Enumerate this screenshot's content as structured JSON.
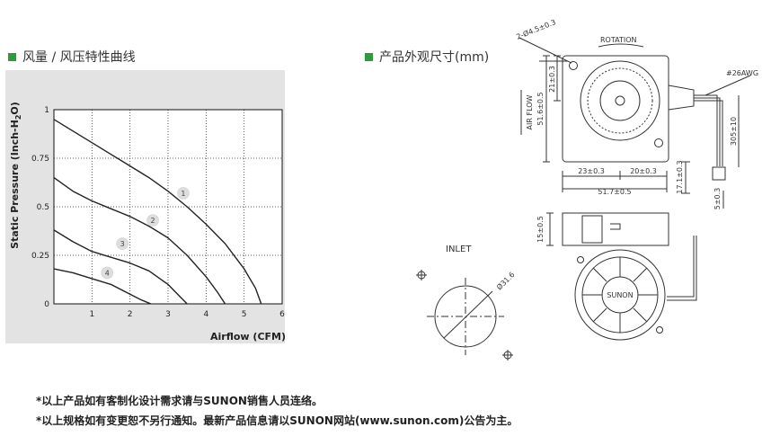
{
  "colors": {
    "accent": "#2f9a3a",
    "curve": "#222222",
    "grid": "#333333",
    "panel": "#e3e3e3",
    "bubble": "#dedede"
  },
  "headings": {
    "left": "风量 / 风压特性曲线",
    "right": "产品外观尺寸(mm)"
  },
  "chart_data": {
    "type": "line",
    "xlabel": "Airflow (CFM)",
    "ylabel": "Static Pressure (Inch-H2O)",
    "xlim": [
      0,
      6
    ],
    "ylim": [
      0,
      1
    ],
    "xticks": [
      "1",
      "2",
      "3",
      "4",
      "5",
      "6"
    ],
    "yticks": [
      "0",
      "0.25",
      "0.5",
      "0.75",
      "1"
    ],
    "grid": true,
    "series": [
      {
        "name": "1",
        "x": [
          0,
          0.5,
          1,
          1.5,
          2,
          2.5,
          3,
          3.5,
          4,
          4.5,
          5,
          5.3,
          5.45
        ],
        "y": [
          0.95,
          0.89,
          0.83,
          0.77,
          0.71,
          0.65,
          0.58,
          0.5,
          0.41,
          0.31,
          0.18,
          0.08,
          0
        ]
      },
      {
        "name": "2",
        "x": [
          0,
          0.5,
          1,
          1.5,
          2,
          2.5,
          3,
          3.5,
          4,
          4.3,
          4.5
        ],
        "y": [
          0.65,
          0.58,
          0.53,
          0.49,
          0.45,
          0.4,
          0.34,
          0.25,
          0.14,
          0.06,
          0
        ]
      },
      {
        "name": "3",
        "x": [
          0,
          0.5,
          1,
          1.5,
          2,
          2.5,
          3,
          3.3,
          3.5
        ],
        "y": [
          0.38,
          0.32,
          0.27,
          0.24,
          0.21,
          0.17,
          0.1,
          0.04,
          0
        ]
      },
      {
        "name": "4",
        "x": [
          0,
          0.5,
          1,
          1.5,
          2,
          2.3,
          2.55
        ],
        "y": [
          0.18,
          0.16,
          0.13,
          0.1,
          0.05,
          0.02,
          0
        ]
      }
    ]
  },
  "drawing": {
    "top_view": {
      "hole_spec": "2-Ø4.5±0.3",
      "rotation": "ROTATION",
      "air_flow": "AIR FLOW",
      "wire_gauge": "#26AWG",
      "dims": {
        "height_total": "51.6±0.5",
        "height_hole": "21±0.3",
        "width_a": "23±0.3",
        "width_b": "20±0.3",
        "width_total": "51.7±0.5",
        "outlet": "17.1±0.3",
        "wire_length": "305±10",
        "strip": "5±0.3"
      }
    },
    "side_view": {
      "thickness": "15±0.5"
    },
    "bottom_view": {
      "inlet": "INLET",
      "inlet_dia": "Ø31.6",
      "brand": "SUNON"
    }
  },
  "notes": [
    "*以上产品如有客制化设计需求请与SUNON销售人员连络。",
    "*以上规格如有变更恕不另行通知。最新产品信息请以SUNON网站(www.sunon.com)公告为主。"
  ]
}
